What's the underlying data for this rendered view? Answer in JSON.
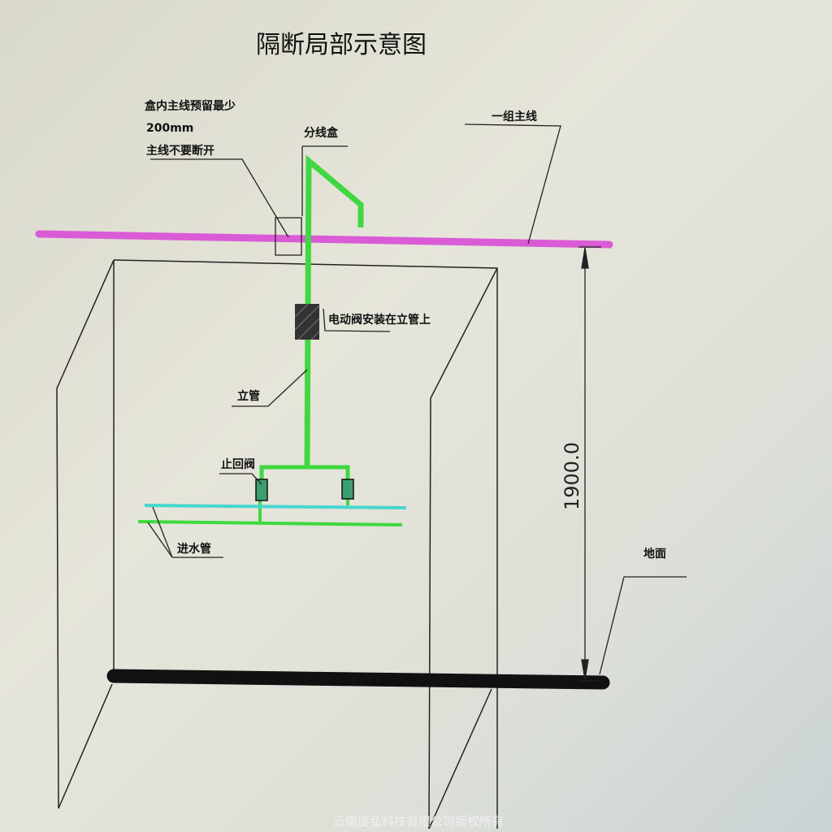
{
  "title": "隔断局部示意图",
  "labels": {
    "reserve_line1": "盒内主线预留最少",
    "reserve_line2": "200mm",
    "reserve_line3": "主线不要断开",
    "junction_box": "分线盒",
    "main_line": "一组主线",
    "electric_valve": "电动阀安装在立管上",
    "riser": "立管",
    "check_valve": "止回阀",
    "inlet_pipe": "进水管",
    "ground": "地面"
  },
  "dimension": "1900.0",
  "watermark": "云南度弘科技有限公司版权所有",
  "colors": {
    "main_line": "#d95cd6",
    "pipe": "#3ed93e",
    "inlet": "#45d6d0",
    "ground": "#111111"
  }
}
